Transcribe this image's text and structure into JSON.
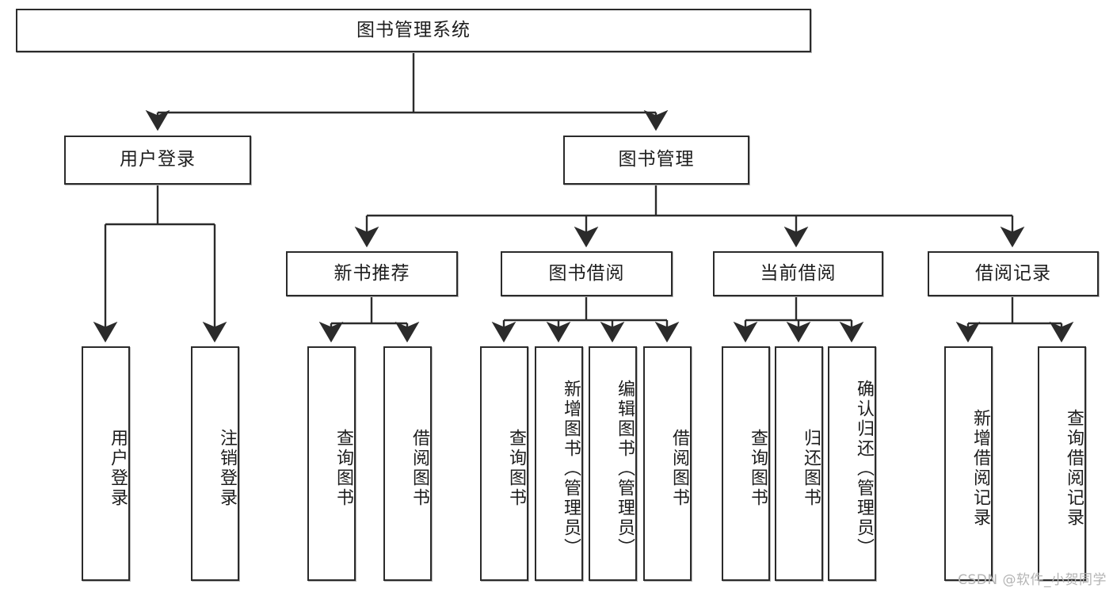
{
  "diagram": {
    "title": "图书管理系统",
    "type": "tree",
    "watermark": "CSDN @软件_小贺同学",
    "colors": {
      "border": "#2b2b2b",
      "fill": "#ffffff",
      "text": "#1d1d1d",
      "edge": "#2b2b2b",
      "watermark": "#b4b4b4"
    },
    "nodes": {
      "root": {
        "label": "图书管理系统"
      },
      "level2": [
        {
          "label": "用户登录"
        },
        {
          "label": "图书管理"
        }
      ],
      "level3": [
        {
          "label": "新书推荐"
        },
        {
          "label": "图书借阅"
        },
        {
          "label": "当前借阅"
        },
        {
          "label": "借阅记录"
        }
      ],
      "leaves": {
        "user_login": [
          {
            "label": "用户登录"
          },
          {
            "label": "注销登录"
          }
        ],
        "new_book_recommend": [
          {
            "label": "查询图书"
          },
          {
            "label": "借阅图书"
          }
        ],
        "book_borrow": [
          {
            "label": "查询图书"
          },
          {
            "label": "新增图书（管理员）"
          },
          {
            "label": "编辑图书（管理员）"
          },
          {
            "label": "借阅图书"
          }
        ],
        "current_borrow": [
          {
            "label": "查询图书"
          },
          {
            "label": "归还图书"
          },
          {
            "label": "确认归还（管理员）"
          }
        ],
        "borrow_record": [
          {
            "label": "新增借阅记录"
          },
          {
            "label": "查询借阅记录"
          }
        ]
      }
    }
  }
}
